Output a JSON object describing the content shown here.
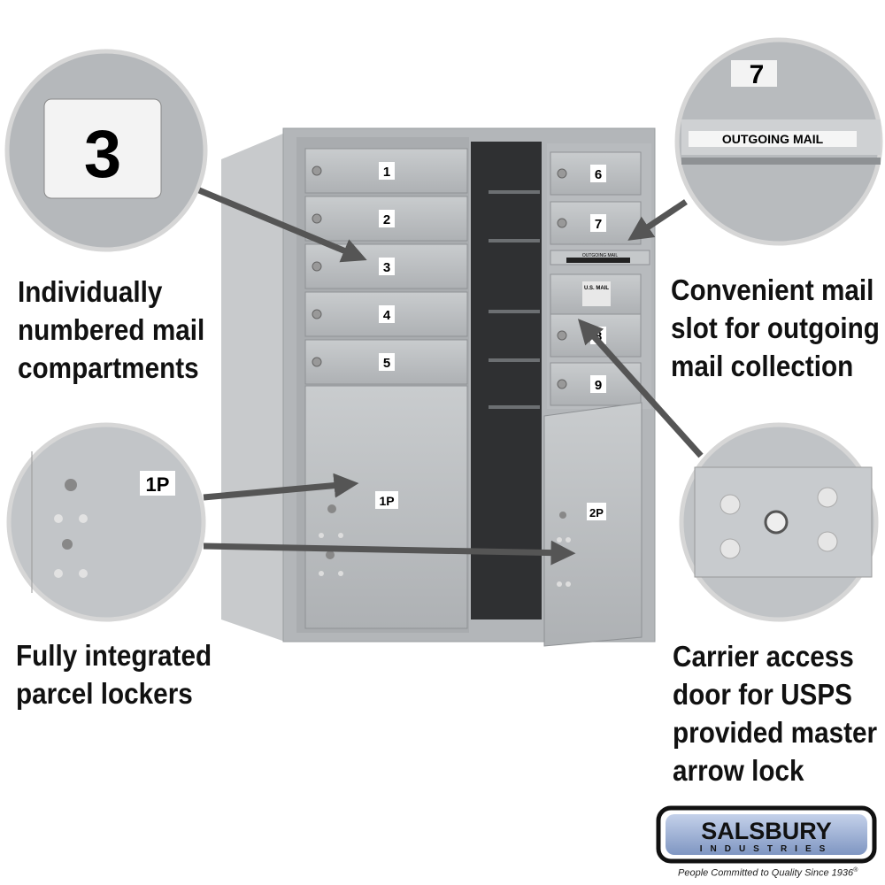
{
  "callouts": {
    "numbered": [
      "Individually",
      "numbered mail",
      "compartments"
    ],
    "parcel": [
      "Fully integrated",
      "parcel lockers"
    ],
    "slot": [
      "Convenient mail",
      "slot for outgoing",
      "mail collection"
    ],
    "carrier": [
      "Carrier access",
      "door for USPS",
      "provided master",
      "arrow lock"
    ]
  },
  "mailbox": {
    "doors_left": [
      "1",
      "2",
      "3",
      "4",
      "5"
    ],
    "doors_right": [
      "6",
      "7",
      "8",
      "9"
    ],
    "parcel_left": "1P",
    "parcel_right": "2P",
    "slot_label": "OUTGOING MAIL",
    "usps_label": "U.S. MAIL"
  },
  "zoom_circles": {
    "number": "3",
    "parcel": "1P",
    "slot_number": "7",
    "slot_label": "OUTGOING MAIL"
  },
  "logo": {
    "brand": "SALSBURY",
    "sub": "INDUSTRIES",
    "tagline": "People Committed to Quality Since 1936",
    "registered": "®"
  },
  "colors": {
    "arrow": "#555555",
    "metal": "#b9bcbf",
    "logo_blue": "#9fb3d6"
  }
}
